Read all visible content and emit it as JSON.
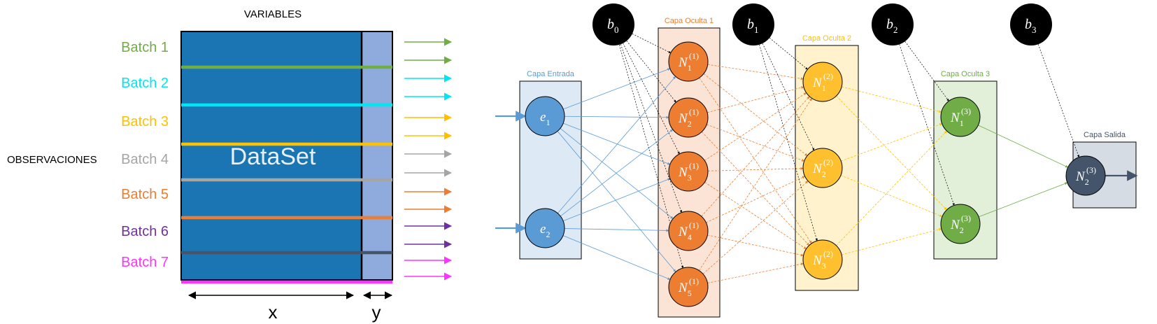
{
  "dataset": {
    "variables_label": "VARIABLES",
    "observations_label": "OBSERVACIONES",
    "dataset_label": "DataSet",
    "x_label": "x",
    "y_label": "y",
    "colors": {
      "x_block": "#1b75b3",
      "y_block": "#8faadc",
      "separator": "#000000"
    },
    "batches": [
      {
        "label": "Batch 1",
        "color": "#70ad47"
      },
      {
        "label": "Batch 2",
        "color": "#00e5ef"
      },
      {
        "label": "Batch 3",
        "color": "#ffc000"
      },
      {
        "label": "Batch 4",
        "color": "#a5a5a5"
      },
      {
        "label": "Batch 5",
        "color": "#ed7d31"
      },
      {
        "label": "Batch 6",
        "color": "#7030a0"
      },
      {
        "label": "Batch 7",
        "color": "#ff33ff"
      }
    ],
    "separator_colors": [
      "#70ad47",
      "#00e5ef",
      "#ffc000",
      "#a5a5a5",
      "#ed7d31",
      "#44546a",
      "#ff33ff"
    ]
  },
  "network": {
    "bias_labels": [
      {
        "base": "b",
        "sub": "0"
      },
      {
        "base": "b",
        "sub": "1"
      },
      {
        "base": "b",
        "sub": "2"
      },
      {
        "base": "b",
        "sub": "3"
      }
    ],
    "layers": [
      {
        "title": "Capa Entrada",
        "title_color": "#5b9bd5",
        "box_fill": "#ddeaf6",
        "node_fill": "#5b9bd5",
        "edge_color": "#5b9bd5",
        "nodes": [
          {
            "base": "e",
            "sub": "1",
            "sup": ""
          },
          {
            "base": "e",
            "sub": "2",
            "sup": ""
          }
        ]
      },
      {
        "title": "Capa Oculta 1",
        "title_color": "#ed7d31",
        "box_fill": "#fbe3d6",
        "node_fill": "#ed7d31",
        "edge_color": "#ed7d31",
        "nodes": [
          {
            "base": "N",
            "sub": "1",
            "sup": "(1)"
          },
          {
            "base": "N",
            "sub": "2",
            "sup": "(1)"
          },
          {
            "base": "N",
            "sub": "3",
            "sup": "(1)"
          },
          {
            "base": "N",
            "sub": "4",
            "sup": "(1)"
          },
          {
            "base": "N",
            "sub": "5",
            "sup": "(1)"
          }
        ]
      },
      {
        "title": "Capa Oculta 2",
        "title_color": "#ffc000",
        "box_fill": "#fff2cc",
        "node_fill": "#fec02f",
        "edge_color": "#ffc000",
        "nodes": [
          {
            "base": "N",
            "sub": "1",
            "sup": "(2)"
          },
          {
            "base": "N",
            "sub": "2",
            "sup": "(2)"
          },
          {
            "base": "N",
            "sub": "3",
            "sup": "(2)"
          }
        ]
      },
      {
        "title": "Capa Oculta 3",
        "title_color": "#70ad47",
        "box_fill": "#e2efd9",
        "node_fill": "#70ad47",
        "edge_color": "#70ad47",
        "nodes": [
          {
            "base": "N",
            "sub": "1",
            "sup": "(3)"
          },
          {
            "base": "N",
            "sub": "2",
            "sup": "(3)"
          }
        ]
      },
      {
        "title": "Capa Salida",
        "title_color": "#44546a",
        "box_fill": "#d6dce4",
        "node_fill": "#44546a",
        "edge_color": "#44546a",
        "nodes": [
          {
            "base": "N",
            "sub": "2",
            "sup": "(3)"
          }
        ]
      }
    ]
  }
}
